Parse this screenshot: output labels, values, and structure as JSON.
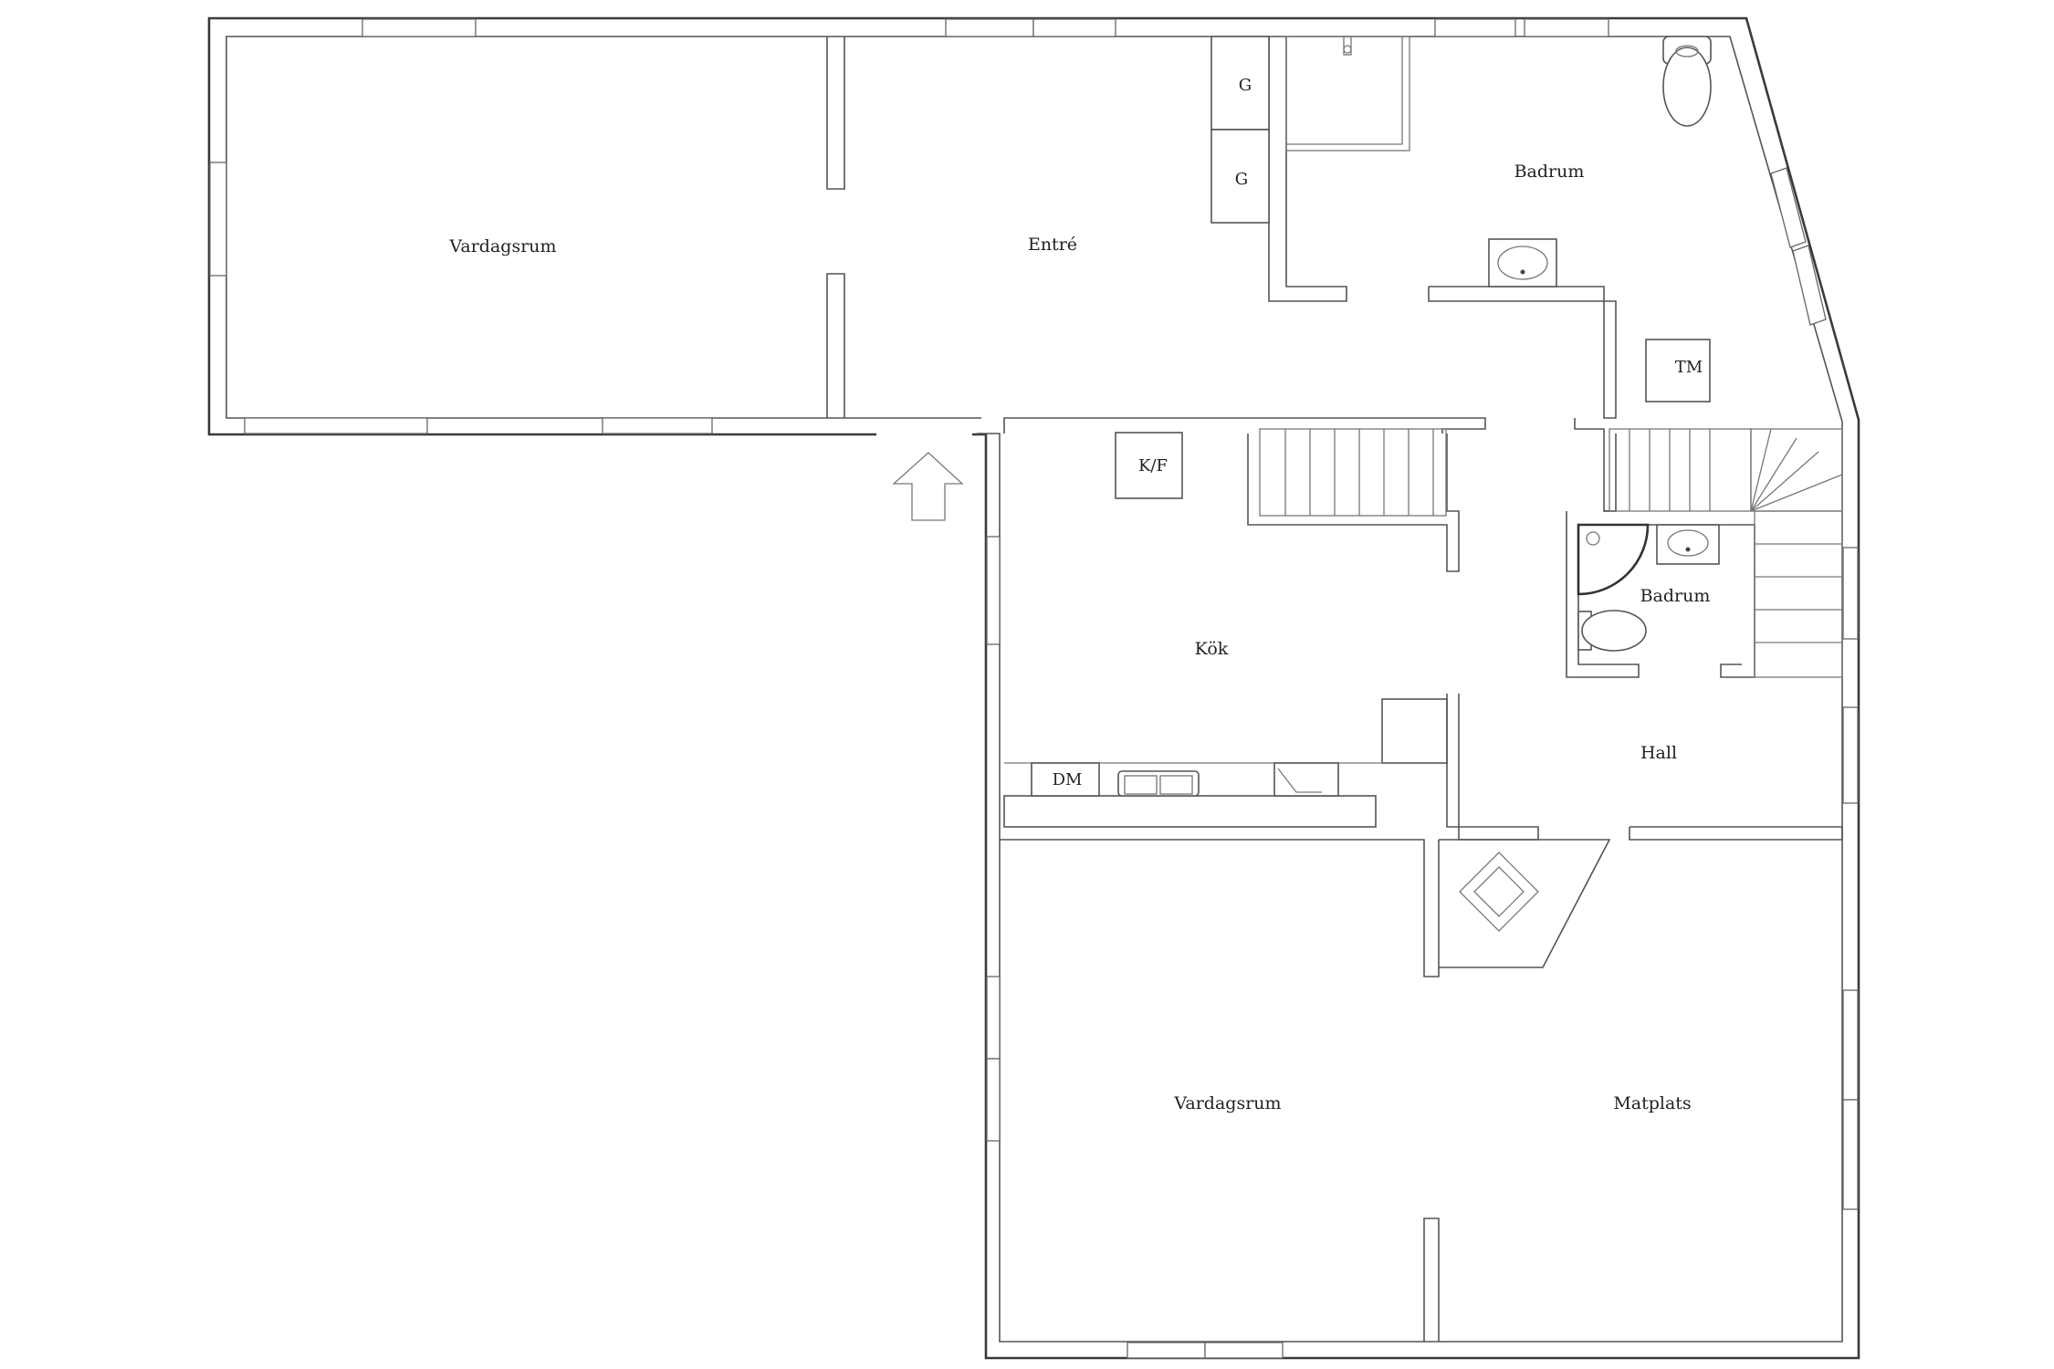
{
  "rooms": {
    "vardagsrum_top": "Vardagsrum",
    "entre": "Entré",
    "badrum_top": "Badrum",
    "kok": "Kök",
    "badrum_small": "Badrum",
    "hall": "Hall",
    "vardagsrum_bottom": "Vardagsrum",
    "matplats": "Matplats"
  },
  "fixtures": {
    "wardrobe_1": "G",
    "wardrobe_2": "G",
    "washing_machine": "TM",
    "fridge_freezer": "K/F",
    "dishwasher": "DM"
  },
  "icons": {
    "entrance": "entrance-arrow-icon"
  }
}
